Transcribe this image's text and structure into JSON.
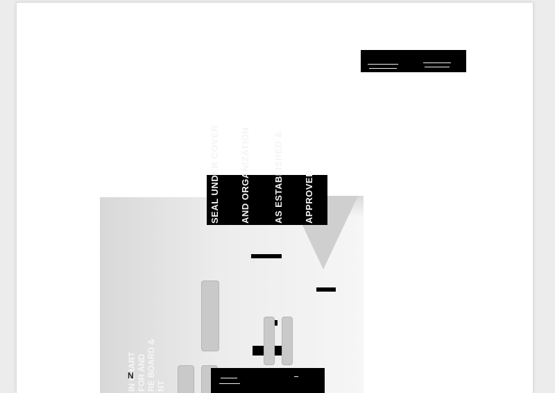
{
  "document": {
    "vertical_title_lines": [
      "SEAL UNDER COVER",
      "AND ORGANIZATION",
      "AS ESTABLISHED &",
      "APPROVED"
    ],
    "side_caption_lines": [
      "IN CHART",
      "FOR AND",
      "RE BOARD &",
      "NT"
    ],
    "corner_letter": "N"
  }
}
